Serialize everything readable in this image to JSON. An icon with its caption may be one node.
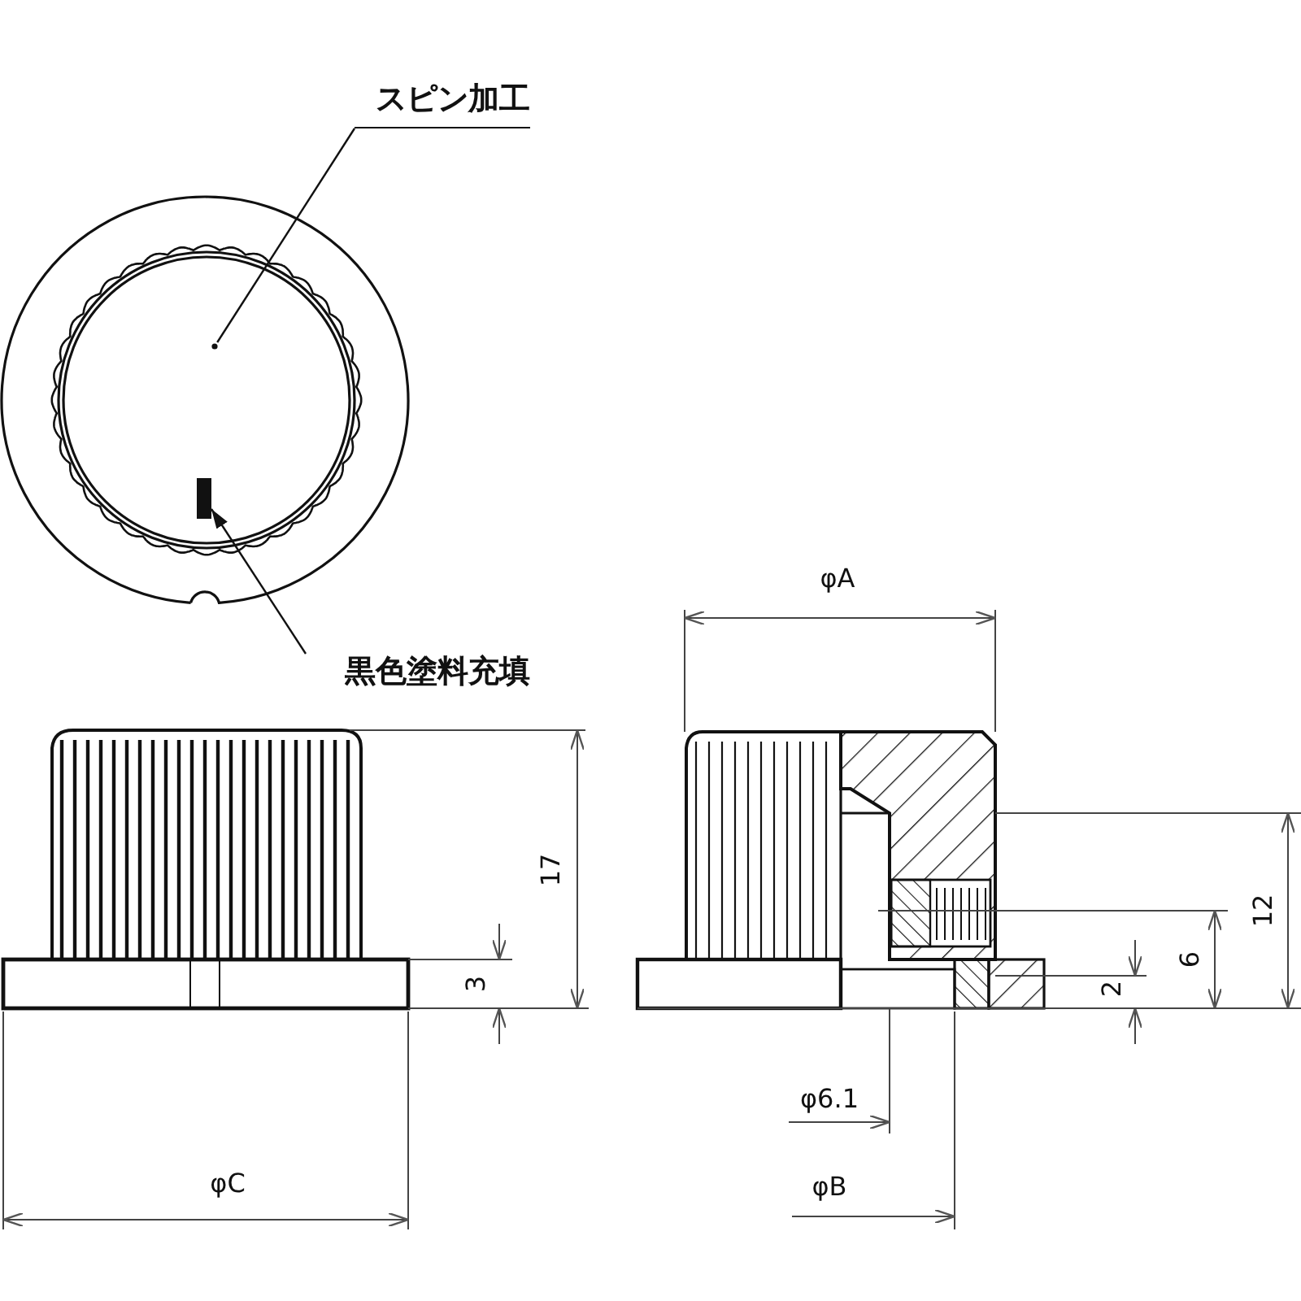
{
  "diagram": {
    "nodes": [
      {
        "text": [
          "スピン加工"
        ]
      },
      {
        "text": [],
        "shape": "circle"
      },
      {
        "text": [
          "黒色塗料充填"
        ]
      },
      {
        "text": [],
        "shape": "bar"
      }
    ],
    "edges": [
      {
        "from": 0,
        "to": 1,
        "arrow": "none"
      },
      {
        "from": 2,
        "to": 3,
        "arrow": "to"
      }
    ],
    "labels": [
      "φA",
      "17",
      "3",
      "12",
      "6",
      "2",
      "φ6.1",
      "φC",
      "φB"
    ]
  }
}
